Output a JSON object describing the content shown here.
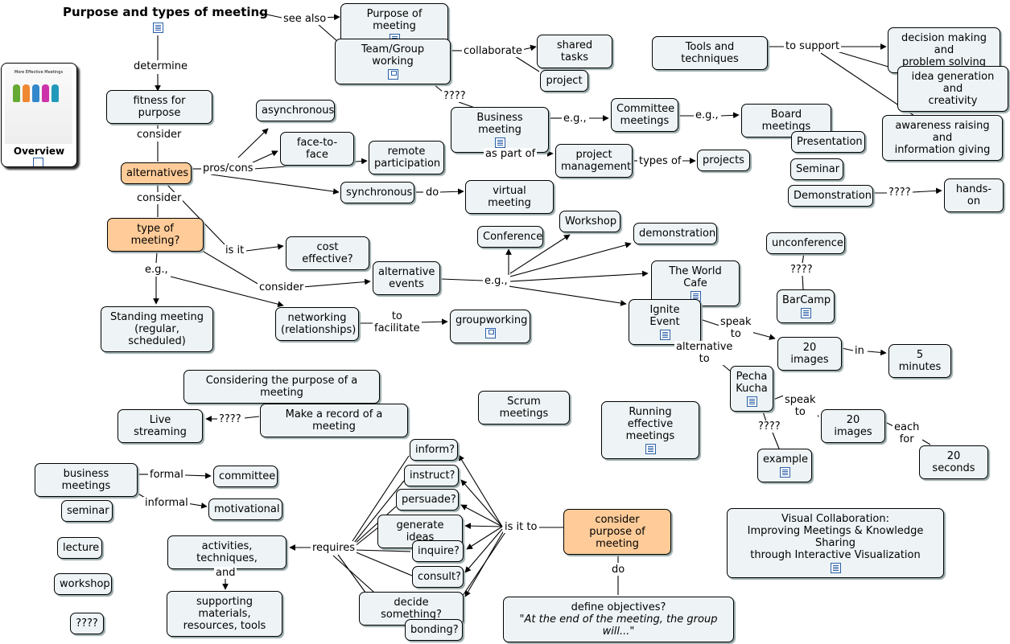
{
  "title": "Purpose and types of meeting",
  "overview": {
    "label": "Overview",
    "thumb_title": "More Effective Meetings"
  },
  "nodes": {
    "purpose_of_meeting": "Purpose of meeting",
    "team_group_working": "Team/Group working",
    "shared_tasks": "shared tasks",
    "project": "project",
    "tools_techniques": "Tools and techniques",
    "decision_making": "decision making and\nproblem solving",
    "idea_generation": "idea generation and\ncreativity",
    "awareness_raising": "awareness raising and\ninformation giving",
    "fitness_for_purpose": "fitness for purpose",
    "asynchronous": "asynchronous",
    "face_to_face": "face-to-face",
    "remote_participation": "remote\nparticipation",
    "business_meeting": "Business meeting",
    "committee_meetings": "Committee\nmeetings",
    "board_meetings": "Board meetings",
    "presentation": "Presentation",
    "seminar_top": "Seminar",
    "demonstration_cap": "Demonstration",
    "hands_on": "hands-on",
    "project_management": "project\nmanagement",
    "projects": "projects",
    "alternatives": "alternatives",
    "synchronous": "synchronous",
    "virtual_meeting": "virtual meeting",
    "type_of_meeting": "type of meeting?",
    "cost_effective": "cost effective?",
    "conference": "Conference",
    "workshop_top": "Workshop",
    "demonstration_low": "demonstration",
    "world_cafe": "The World Cafe",
    "unconference": "unconference",
    "barcamp": "BarCamp",
    "alternative_events": "alternative\nevents",
    "ignite_event": "Ignite Event",
    "standing_meeting": "Standing meeting\n(regular, scheduled)",
    "networking": "networking\n(relationships)",
    "groupworking": "groupworking",
    "twenty_images_a": "20 images",
    "five_minutes": "5 minutes",
    "considering_purpose": "Considering the purpose of a meeting",
    "pecha_kucha": "Pecha\nKucha",
    "scrum_meetings": "Scrum meetings",
    "live_streaming": "Live streaming",
    "make_record": "Make a record of a meeting",
    "running_effective": "Running effective\nmeetings",
    "twenty_images_b": "20 images",
    "twenty_seconds": "20 seconds",
    "example": "example",
    "inform": "inform?",
    "instruct": "instruct?",
    "persuade": "persuade?",
    "generate_ideas": "generate ideas",
    "inquire": "inquire?",
    "consult": "consult?",
    "decide_something": "decide something?",
    "bonding": "bonding?",
    "business_meetings": "business meetings",
    "committee": "committee",
    "motivational": "motivational",
    "seminar_low": "seminar",
    "lecture": "lecture",
    "workshop_low": "workshop",
    "qqqq_low": "????",
    "activities": "activities, techniques,",
    "supporting_materials": "supporting materials,\nresources, tools",
    "consider_purpose": "consider\npurpose of meeting",
    "visual_collab": "Visual Collaboration:\nImproving Meetings & Knowledge Sharing\nthrough Interactive Visualization",
    "define_objectives": "define objectives?",
    "define_objectives_quote": "\"At the end of the meeting, the group will...\""
  },
  "links": {
    "see_also": "see also",
    "determine": "determine",
    "collaborate": "collaborate",
    "to_support": "to support",
    "consider_1": "consider",
    "pros_cons": "pros/cons",
    "qqqq_team": "????",
    "eg_business": "e.g.,",
    "eg_committee": "e.g.,",
    "as_part_of": "as part of",
    "types_of": "types of",
    "qqqq_demo": "????",
    "consider_2": "consider",
    "do_sync": "do",
    "is_it": "is it",
    "eg_type": "e.g.,",
    "consider_3": "consider",
    "eg_events": "e.g.,",
    "qqqq_barcamp": "????",
    "speak_to_a": "speak\nto",
    "to_facilitate": "to\nfacilitate",
    "in": "in",
    "alternative_to": "alternative\nto",
    "speak_to_b": "speak\nto",
    "qqqq_stream": "????",
    "each_for": "each\nfor",
    "qqqq_pecha": "????",
    "formal": "formal",
    "informal": "informal",
    "is_it_to": "is it to",
    "requires": "requires",
    "and": "and",
    "do_objectives": "do"
  }
}
